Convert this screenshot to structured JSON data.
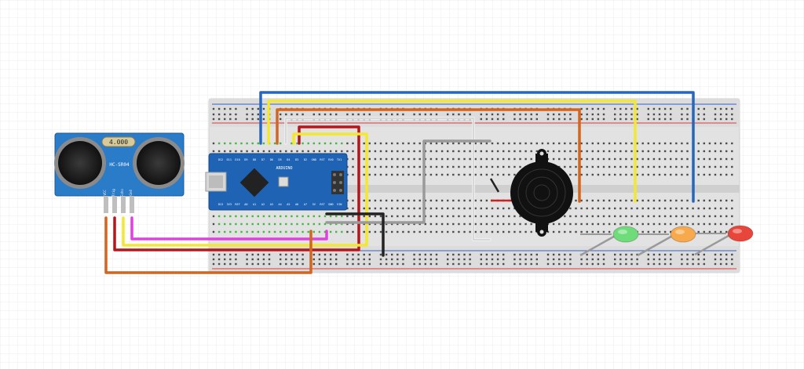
{
  "sensor": {
    "display": "4.000",
    "model": "HC-SR04",
    "pins": [
      "VCC",
      "Trig",
      "Echo",
      "Gnd"
    ]
  },
  "nano": {
    "chip_label": "ARDUINO",
    "top_pins": [
      "D12",
      "D11",
      "D10",
      "D9",
      "D8",
      "D7",
      "D6",
      "D5",
      "D4",
      "D3",
      "D2",
      "GND",
      "RST",
      "RX0",
      "TX1"
    ],
    "bottom_pins": [
      "D13",
      "3V3",
      "REF",
      "A0",
      "A1",
      "A2",
      "A3",
      "A4",
      "A5",
      "A6",
      "A7",
      "5V",
      "RST",
      "GND",
      "VIN"
    ]
  },
  "leds": [
    {
      "color_name": "green",
      "color": "#6fdc7a"
    },
    {
      "color_name": "orange",
      "color": "#f7a94b"
    },
    {
      "color_name": "red",
      "color": "#e8463a"
    }
  ],
  "colors": {
    "background": "#ffffff",
    "grid": "#ececec",
    "breadboard": "#e2e2e2",
    "rail_red": "#d83a3a",
    "rail_blue": "#3a5fc8",
    "hole": "#4b4b4b",
    "hole_active": "#3dbb3d",
    "sensor_pcb": "#2a7bc8",
    "nano_pcb": "#1f63b5",
    "wire_blue": "#2467c0",
    "wire_yellow": "#f3e82c",
    "wire_orange": "#d2651f",
    "wire_red": "#b3161b",
    "wire_gray": "#9a9a9a",
    "wire_white": "#f2f2f2",
    "wire_black": "#222222",
    "wire_magenta": "#e040e0"
  }
}
